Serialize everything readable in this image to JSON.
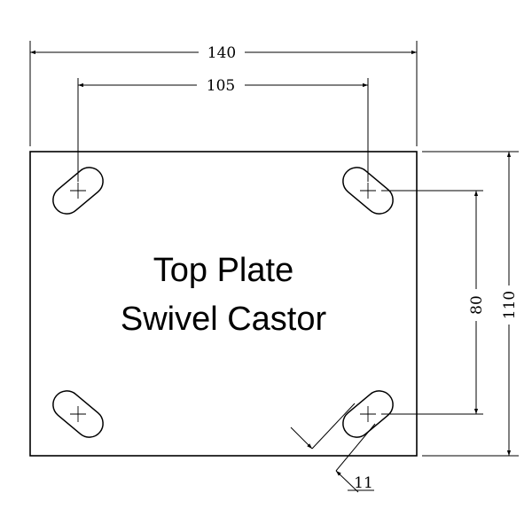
{
  "drawing": {
    "title_line1": "Top Plate",
    "title_line2": "Swivel Castor",
    "dim_width": "140",
    "dim_hole_spacing_x": "105",
    "dim_hole_spacing_y": "80",
    "dim_height": "110",
    "dim_slot_width": "11",
    "line_color": "#000000",
    "background_color": "#ffffff"
  }
}
